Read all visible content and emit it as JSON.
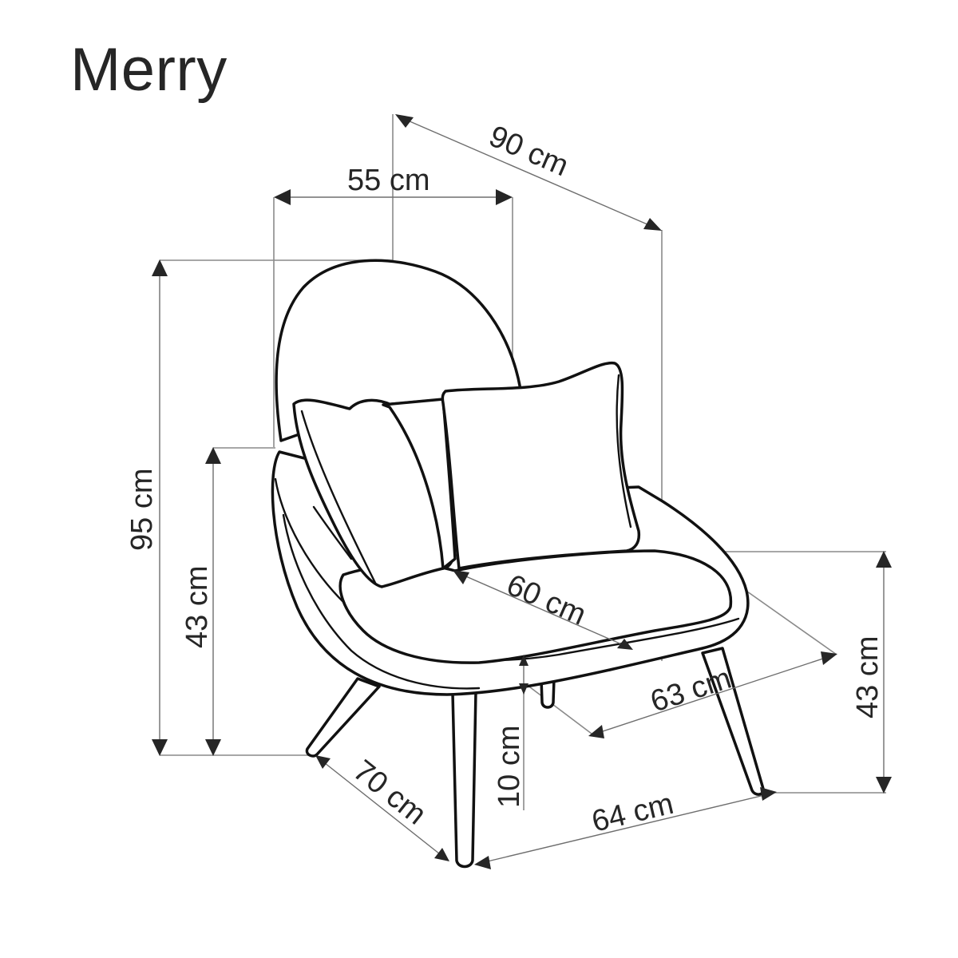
{
  "title": "Merry",
  "colors": {
    "line": "#111111",
    "text": "#262626",
    "dimension_line": "#6e6e6e",
    "background": "#ffffff"
  },
  "dimensions": {
    "total_depth": "90 cm",
    "backrest_width": "55 cm",
    "total_height": "95 cm",
    "seat_height_left": "43 cm",
    "seat_depth": "60 cm",
    "seat_width": "63 cm",
    "seat_height_right": "43 cm",
    "seat_thickness": "10 cm",
    "leg_depth": "70 cm",
    "leg_width": "64 cm"
  }
}
